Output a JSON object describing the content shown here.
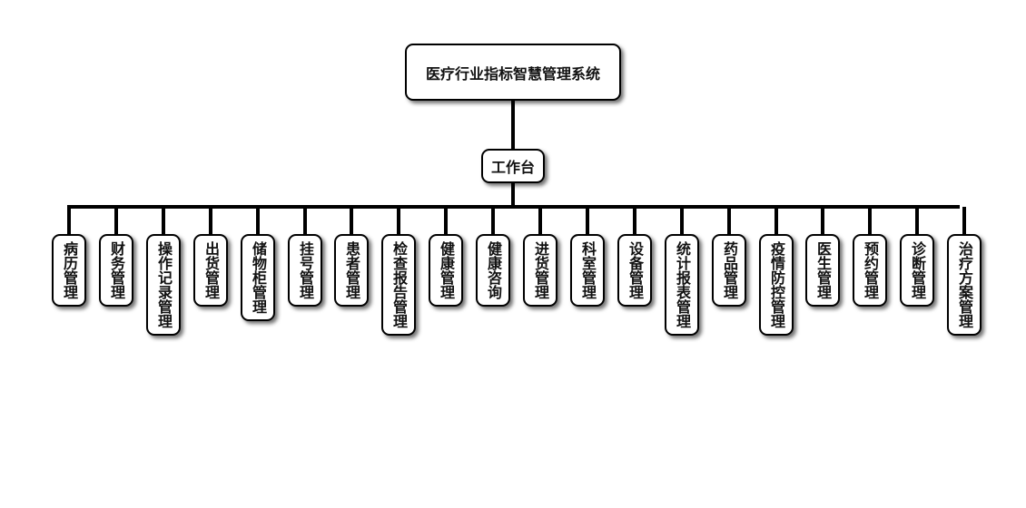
{
  "root": {
    "label": "医疗行业指标智慧管理系统"
  },
  "hub": {
    "label": "工作台"
  },
  "modules": [
    {
      "label": "病历管理"
    },
    {
      "label": "财务管理"
    },
    {
      "label": "操作记录管理"
    },
    {
      "label": "出货管理"
    },
    {
      "label": "储物柜管理"
    },
    {
      "label": "挂号管理"
    },
    {
      "label": "患者管理"
    },
    {
      "label": "检查报告管理"
    },
    {
      "label": "健康管理"
    },
    {
      "label": "健康咨询"
    },
    {
      "label": "进货管理"
    },
    {
      "label": "科室管理"
    },
    {
      "label": "设备管理"
    },
    {
      "label": "统计报表管理"
    },
    {
      "label": "药品管理"
    },
    {
      "label": "疫情防控管理"
    },
    {
      "label": "医生管理"
    },
    {
      "label": "预约管理"
    },
    {
      "label": "诊断管理"
    },
    {
      "label": "治疗方案管理"
    }
  ],
  "colors": {
    "line": "#000000",
    "node_border": "#000000",
    "node_fill": "#ffffff",
    "text": "#111111"
  }
}
